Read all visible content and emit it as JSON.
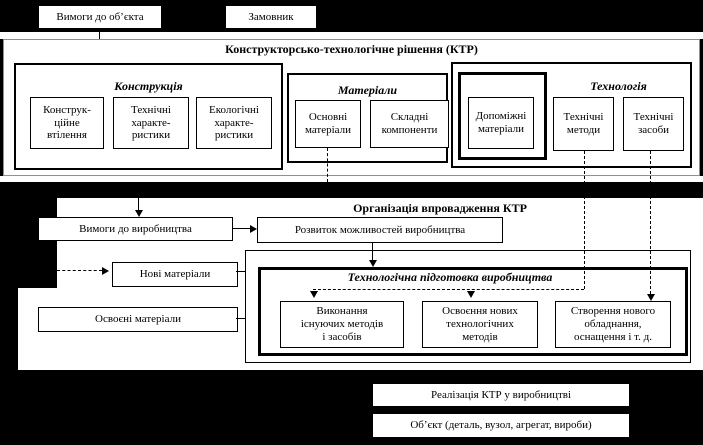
{
  "colors": {
    "background": "#000000",
    "paper": "#ffffff",
    "line": "#000000",
    "ktr_border": "#909090"
  },
  "top": {
    "requirements_box": "Вимоги до об’єкта",
    "customer_box": "Замовник"
  },
  "ktr": {
    "title": "Конструкторсько-технологічне рішення (КТР)",
    "construction": {
      "title": "Конструкція",
      "boxes": [
        "Конструк-\nційне\nвтілення",
        "Технічні\nхаракте-\nристики",
        "Екологічні\nхаракте-\nристики"
      ]
    },
    "materials": {
      "title": "Матеріали",
      "boxes": [
        "Основні\nматеріали",
        "Складні\nкомпоненти"
      ]
    },
    "technology": {
      "title": "Технологія",
      "aux_box": "Допоміжні\nматеріали",
      "boxes": [
        "Технічні\nметоди",
        "Технічні\nзасоби"
      ]
    }
  },
  "org": {
    "title": "Організація впровадження КТР",
    "production_requirements": "Вимоги до виробництва",
    "development": "Розвиток можливостей виробництва",
    "new_materials": "Нові матеріали",
    "mastered_materials": "Освоєні матеріали",
    "tech_prep": {
      "title": "Технологічна підготовка виробництва",
      "boxes": [
        "Виконання\nіснуючих методів\nі засобів",
        "Освоєння нових\nтехнологічних\nметодів",
        "Створення нового\nобладнання,\nоснащення і т. д."
      ]
    }
  },
  "bottom": {
    "implementation_box": "Реалізація КТР у виробництві",
    "object_box": "Об’єкт (деталь, вузол, агрегат, вироби)"
  }
}
